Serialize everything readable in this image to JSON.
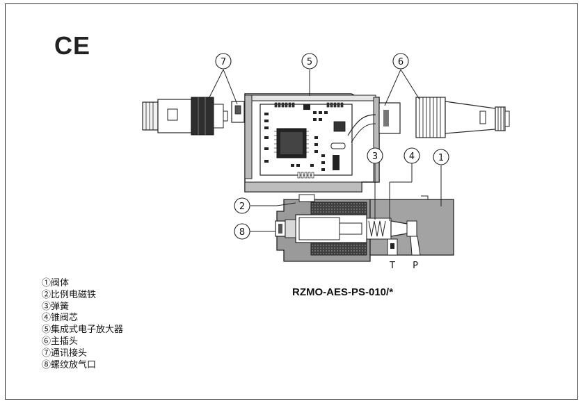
{
  "figure": {
    "mark": "CE",
    "model_code": "RZMO-AES-PS-010/*",
    "callouts": {
      "c1": "1",
      "c2": "2",
      "c3": "3",
      "c4": "4",
      "c5": "5",
      "c6": "6",
      "c7": "7",
      "c8": "8"
    },
    "ports": {
      "t": "T",
      "p": "P"
    }
  },
  "legend": {
    "items": [
      "①阀体",
      "②比例电磁铁",
      "③弹簧",
      "④锥阀芯",
      "⑤集成式电子放大器",
      "⑥主插头",
      "⑦通讯接头",
      "⑧螺纹放气口"
    ]
  },
  "colors": {
    "valve_body": "#a3a3a3",
    "coil": "#4f4f4f",
    "line": "#222222"
  }
}
